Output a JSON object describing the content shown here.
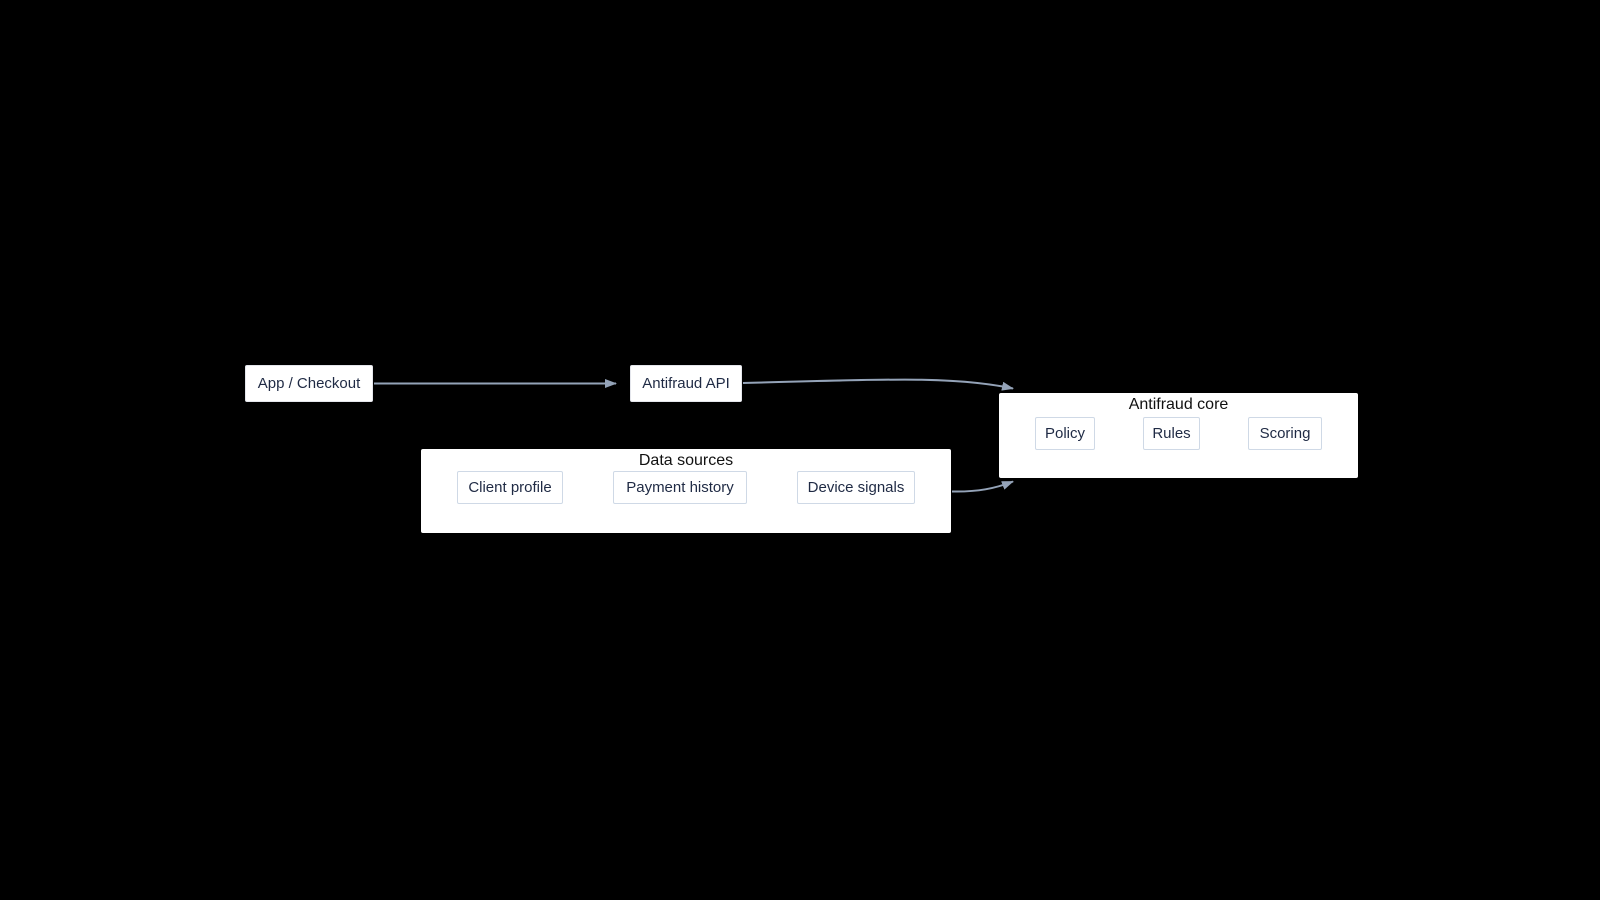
{
  "diagram": {
    "background": "#000000",
    "colors": {
      "node_background": "#ffffff",
      "outer_node_border": "#e4e6ec",
      "inner_node_border": "#cfd9e6",
      "label_text": "#1f2a44",
      "title_text": "#111111",
      "arrow": "#94a3b8"
    },
    "nodes": {
      "app_checkout": {
        "label": "App / Checkout"
      },
      "antifraud_api": {
        "label": "Antifraud API"
      },
      "antifraud_core": {
        "title": "Antifraud core",
        "children": [
          {
            "label": "Policy"
          },
          {
            "label": "Rules"
          },
          {
            "label": "Scoring"
          }
        ]
      },
      "data_sources": {
        "title": "Data sources",
        "children": [
          {
            "label": "Client profile"
          },
          {
            "label": "Payment history"
          },
          {
            "label": "Device signals"
          }
        ]
      }
    },
    "edges": [
      {
        "from": "App / Checkout",
        "to": "Antifraud API"
      },
      {
        "from": "Antifraud API",
        "to": "Antifraud core"
      },
      {
        "from": "Data sources",
        "to": "Antifraud core"
      }
    ]
  }
}
